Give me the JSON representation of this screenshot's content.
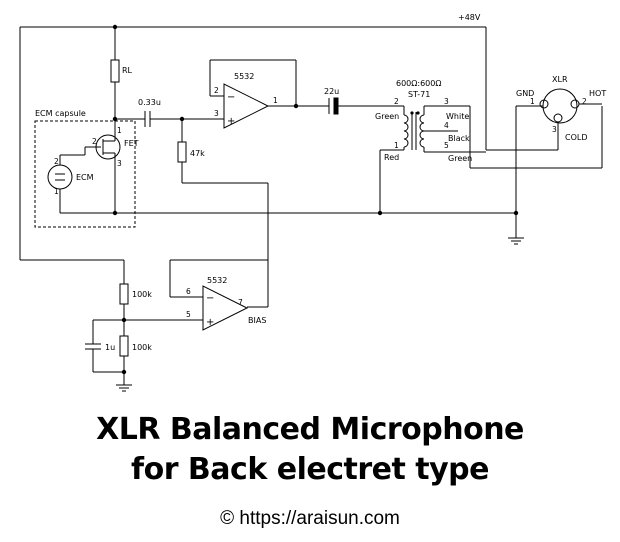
{
  "diagram": {
    "supply": "+48V",
    "rl": "RL",
    "coupling_cap": "0.33u",
    "capsule_label": "ECM capsule",
    "fet": "FET",
    "ecm": "ECM",
    "bias_res": "47k",
    "opamp1": "5532",
    "opamp2": "5532",
    "out_cap": "22u",
    "transformer_ratio": "600Ω:600Ω",
    "transformer_part": "ST-71",
    "tr_green": "Green",
    "tr_red": "Red",
    "tr_white": "White",
    "tr_black": "Black",
    "tr_green2": "Green",
    "xlr": "XLR",
    "gnd": "GND",
    "hot": "HOT",
    "cold": "COLD",
    "div_top": "100k",
    "div_bot": "100k",
    "div_cap": "1u",
    "bias": "BIAS",
    "pins": {
      "op1_in_minus": "2",
      "op1_in_plus": "3",
      "op1_out": "1",
      "op2_in_minus": "6",
      "op2_in_plus": "5",
      "op2_out": "7",
      "tr_p2": "2",
      "tr_p1": "1",
      "tr_p3": "3",
      "tr_p4": "4",
      "tr_p5": "5",
      "xlr1": "1",
      "xlr2": "2",
      "xlr3": "3",
      "fet1": "1",
      "fet2": "2",
      "fet3": "3",
      "ecm1": "1",
      "ecm2": "2"
    }
  },
  "title": {
    "line1": "XLR Balanced Microphone",
    "line2": "for Back electret type"
  },
  "credit": "© https://araisun.com"
}
